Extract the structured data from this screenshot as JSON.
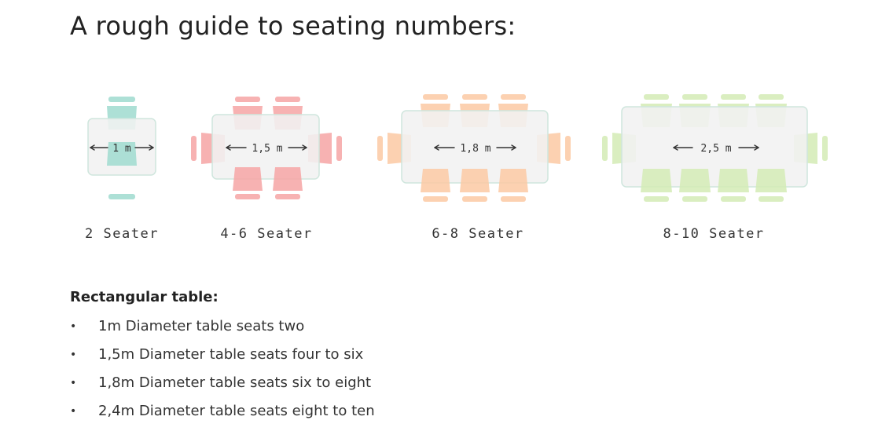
{
  "heading": "A rough guide to seating numbers:",
  "diagram": {
    "tables": [
      {
        "dimension": "1 m",
        "caption": "2 Seater",
        "color": "#9fdbcf"
      },
      {
        "dimension": "1,5 m",
        "caption": "4-6 Seater",
        "color": "#f6a5a5"
      },
      {
        "dimension": "1,8 m",
        "caption": "6-8 Seater",
        "color": "#fbc9a3"
      },
      {
        "dimension": "2,5 m",
        "caption": "8-10 Seater",
        "color": "#d3ebb5"
      }
    ]
  },
  "section": {
    "title": "Rectangular table:",
    "items": [
      "1m Diameter table seats two",
      "1,5m Diameter table seats four to six",
      "1,8m Diameter table seats six to eight",
      "2,4m Diameter table seats eight to ten"
    ]
  },
  "colors": {
    "table_fill": "#f1f1f1",
    "table_border": "#cfe6dd"
  }
}
